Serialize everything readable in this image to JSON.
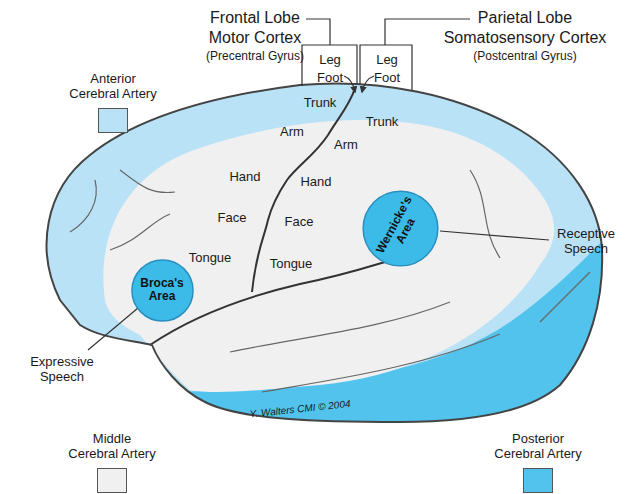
{
  "diagram": {
    "nodes": [
      {
        "text": [
          "Broca's Area"
        ]
      },
      {
        "text": [
          "Wernicke's Area"
        ]
      }
    ],
    "labels": [
      "Frontal Lobe",
      "Motor Cortex",
      "(Precentral Gyrus)",
      "Parietal Lobe",
      "Somatosensory Cortex",
      "(Postcentral Gyrus)",
      "Leg",
      "Foot",
      "Leg",
      "Foot",
      "Trunk",
      "Trunk",
      "Arm",
      "Arm",
      "Hand",
      "Hand",
      "Face",
      "Face",
      "Tongue",
      "Tongue",
      "Expressive Speech",
      "Receptive Speech",
      "Y. Walters CMI © 2004"
    ],
    "legend": [
      {
        "text": "Anterior Cerebral Artery",
        "color": "#b9e2f6"
      },
      {
        "text": "Middle Cerebral Artery",
        "color": "#f0f0f0"
      },
      {
        "text": "Posterior Cerebral Artery",
        "color": "#52c3ec"
      }
    ]
  }
}
